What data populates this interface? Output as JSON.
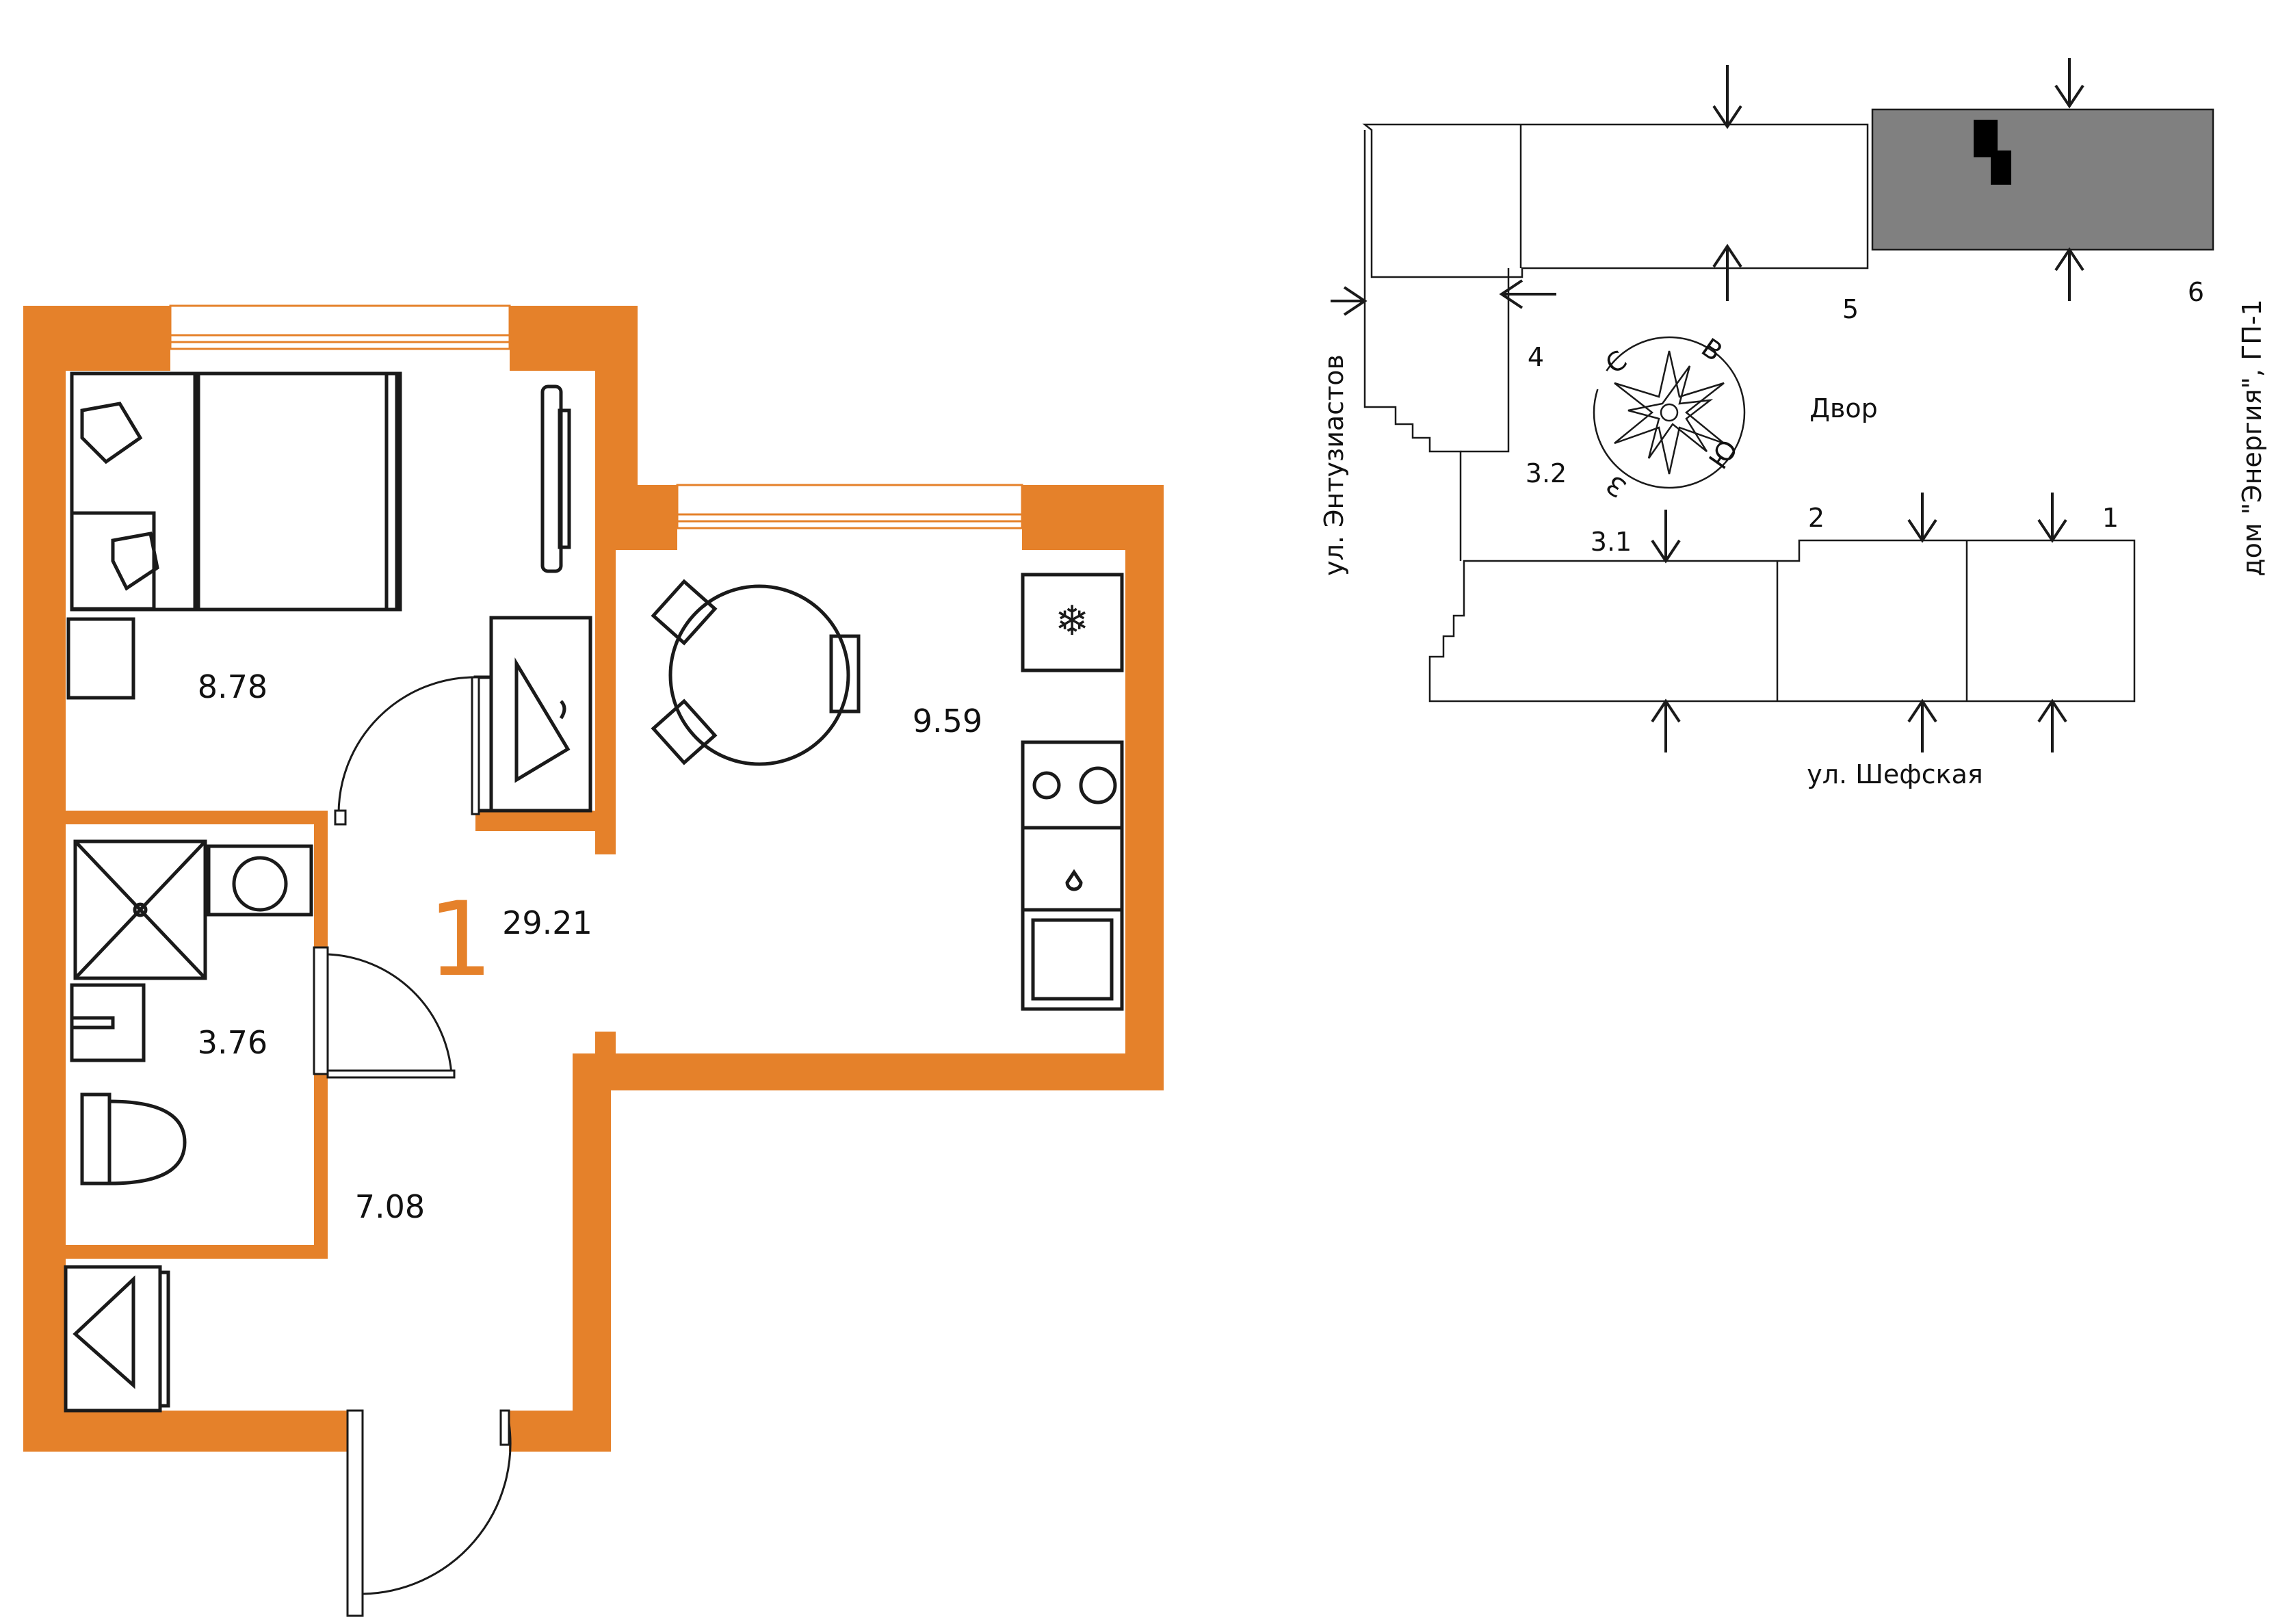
{
  "plan": {
    "flat_number": "1",
    "total_area": "29.21",
    "rooms": {
      "living": "8.78",
      "kitchen": "9.59",
      "bathroom": "3.76",
      "hall": "7.08"
    }
  },
  "site_map": {
    "yard": "Двор",
    "street_bottom": "ул. Шефская",
    "street_left": "ул. Энтузиастов",
    "neighbor_building": "дом \"Энергия\", ГП-1",
    "sections": [
      "1",
      "2",
      "3.1",
      "3.2",
      "4",
      "5",
      "6"
    ],
    "compass": {
      "north": "С",
      "east": "В",
      "south": "Ю",
      "west": "З"
    }
  },
  "colors": {
    "wall": "#E5812A",
    "line": "#1a1a1a",
    "window": "#E5812A",
    "neighbor_fill": "#808080"
  }
}
